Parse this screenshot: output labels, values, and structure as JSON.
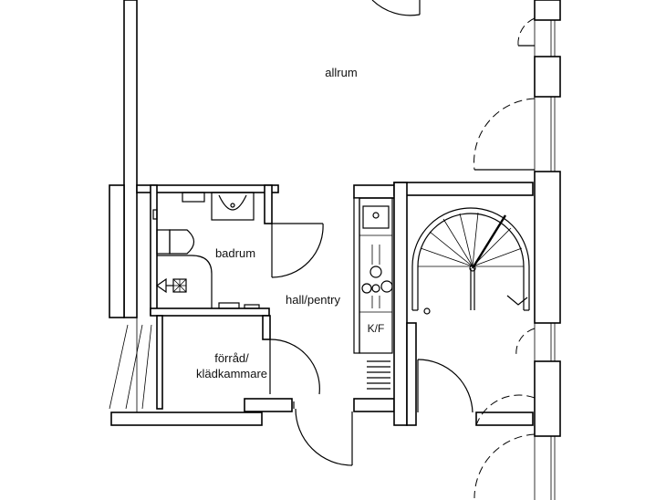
{
  "rooms": {
    "allrum": "allrum",
    "badrum": "badrum",
    "hall": "hall/pentry",
    "forrad_line1": "förråd/",
    "forrad_line2": "klädkammare",
    "kf": "K/F"
  }
}
